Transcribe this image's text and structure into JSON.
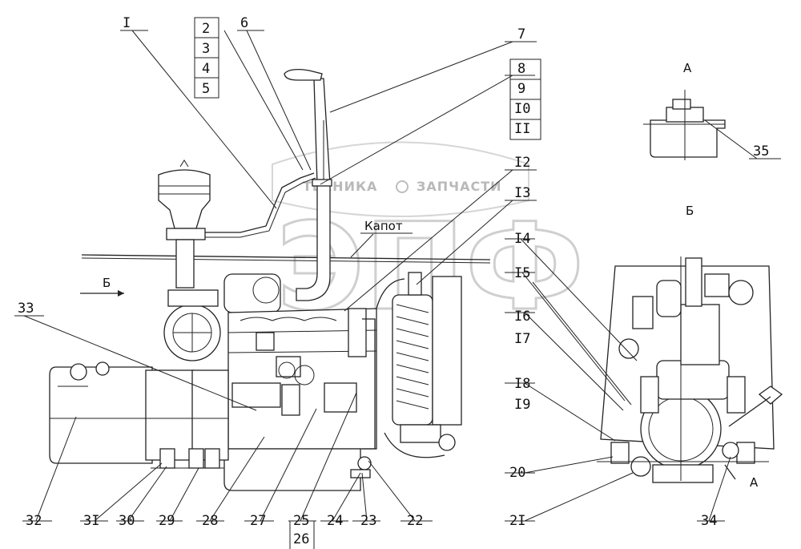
{
  "labels": {
    "top_stack_left": [
      "2",
      "3",
      "4",
      "5"
    ],
    "top_stack_right": [
      "8",
      "9",
      "I0",
      "II"
    ],
    "l1": "I",
    "l6": "6",
    "l7": "7",
    "l12": "I2",
    "l13": "I3",
    "l14": "I4",
    "l15": "I5",
    "l16": "I6",
    "l17": "I7",
    "l18": "I8",
    "l19": "I9",
    "l20": "20",
    "l21": "2I",
    "l22": "22",
    "l23": "23",
    "l24": "24",
    "l25": "25",
    "l26": "26",
    "l27": "27",
    "l28": "28",
    "l29": "29",
    "l30": "30",
    "l31": "3I",
    "l32": "32",
    "l33": "33",
    "l34": "34",
    "l35": "35"
  },
  "captions": {
    "hood": "Капот",
    "view_b_arrow": "Б",
    "view_a_title": "А",
    "view_b_title": "Б",
    "view_a_arrow": "А"
  },
  "watermark": {
    "brand_left": "ТЕХНИКА",
    "brand_right": "ЗАПЧАСТИ",
    "big_letters": "ЭПФ"
  }
}
